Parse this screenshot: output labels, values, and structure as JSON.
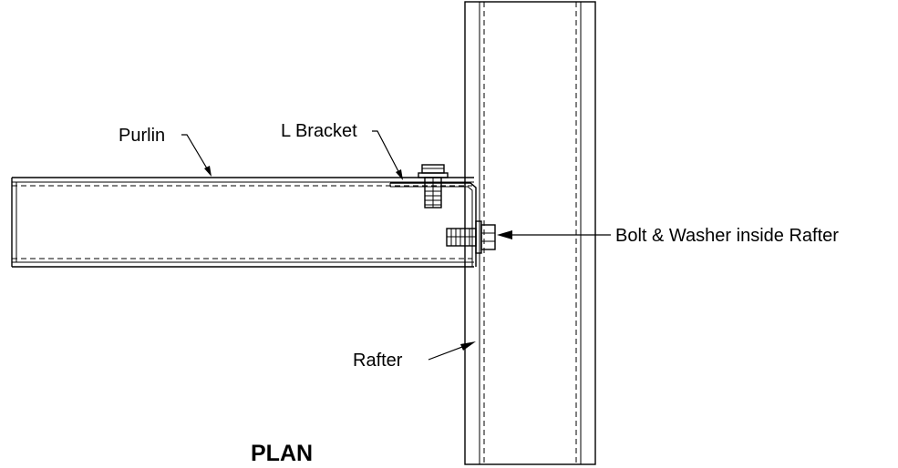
{
  "drawing": {
    "labels": {
      "purlin": "Purlin",
      "l_bracket": "L Bracket",
      "bolt_washer": "Bolt & Washer inside Rafter",
      "rafter": "Rafter"
    },
    "title": "PLAN"
  }
}
